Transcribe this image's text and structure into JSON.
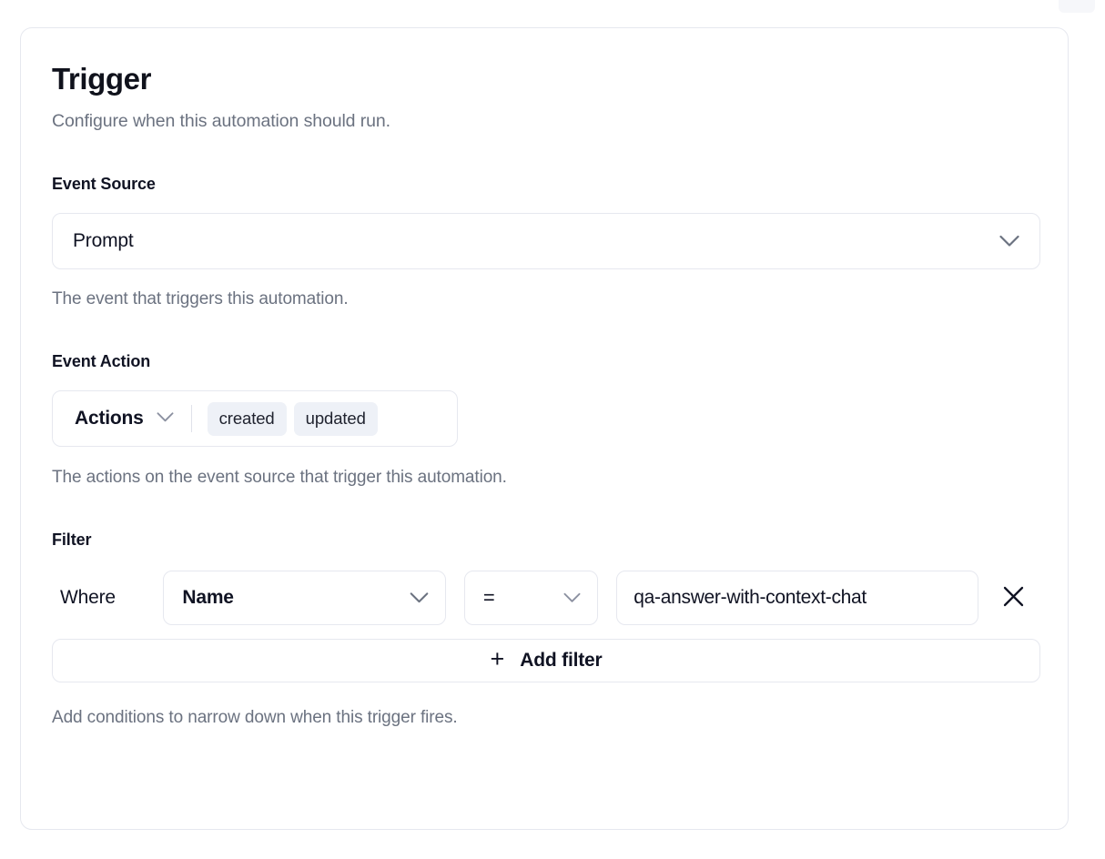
{
  "card": {
    "title": "Trigger",
    "subtitle": "Configure when this automation should run."
  },
  "event_source": {
    "label": "Event Source",
    "selected": "Prompt",
    "help": "The event that triggers this automation.",
    "chevron_icon": "chevron-down-icon"
  },
  "event_action": {
    "label": "Event Action",
    "select_label": "Actions",
    "chips": [
      {
        "label": "created"
      },
      {
        "label": "updated"
      }
    ],
    "help": "The actions on the event source that trigger this automation.",
    "chevron_icon": "chevron-down-icon"
  },
  "filter": {
    "label": "Filter",
    "where_label": "Where",
    "rows": [
      {
        "field": "Name",
        "operator": "=",
        "value": "qa-answer-with-context-chat",
        "remove_icon": "close-icon"
      }
    ],
    "add_button": {
      "plus": "+",
      "label": "Add filter",
      "icon": "plus-icon"
    },
    "help": "Add conditions to narrow down when this trigger fires."
  },
  "colors": {
    "text_primary": "#101323",
    "text_muted": "#6b7280",
    "border": "#e6e8ef",
    "chip_bg": "#eef1f7",
    "surface": "#ffffff"
  }
}
